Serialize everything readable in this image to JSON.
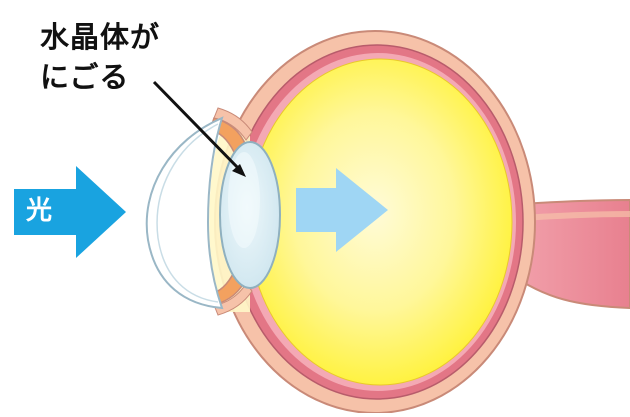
{
  "callout": {
    "line1": "水晶体が",
    "line2": "にごる"
  },
  "light_label": "光",
  "colors": {
    "light_arrow": "#19a3e0",
    "pass_arrow": "#9fd6f4",
    "sclera_outer": "#f6c2a9",
    "choroid": "#e37686",
    "vitreous": "#fff23a",
    "vitreous_center": "#fffbd8",
    "cornea": "#ffffff",
    "lens": "#d7ecf3",
    "optic_nerve": "#ec8b98",
    "outline": "#c98a78",
    "leader_line": "#111111"
  }
}
